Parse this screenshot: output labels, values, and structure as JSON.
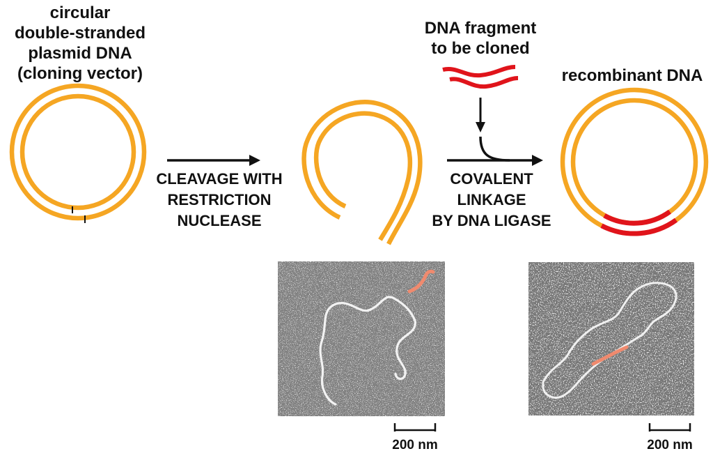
{
  "labels": {
    "plasmid": [
      "circular",
      "double-stranded",
      "plasmid DNA",
      "(cloning vector)"
    ],
    "fragment": [
      "DNA fragment",
      "to be cloned"
    ],
    "recombinant": "recombinant DNA",
    "step1": [
      "CLEAVAGE WITH",
      "RESTRICTION",
      "NUCLEASE"
    ],
    "step2": [
      "COVALENT",
      "LINKAGE",
      "BY DNA LIGASE"
    ],
    "scale_left": "200 nm",
    "scale_right": "200 nm"
  },
  "colors": {
    "vector_dna": "#F5A623",
    "insert_dna": "#E0141B",
    "micrograph_insert": "#F08A6E",
    "arrow": "#111111",
    "cut_mark": "#111111"
  }
}
